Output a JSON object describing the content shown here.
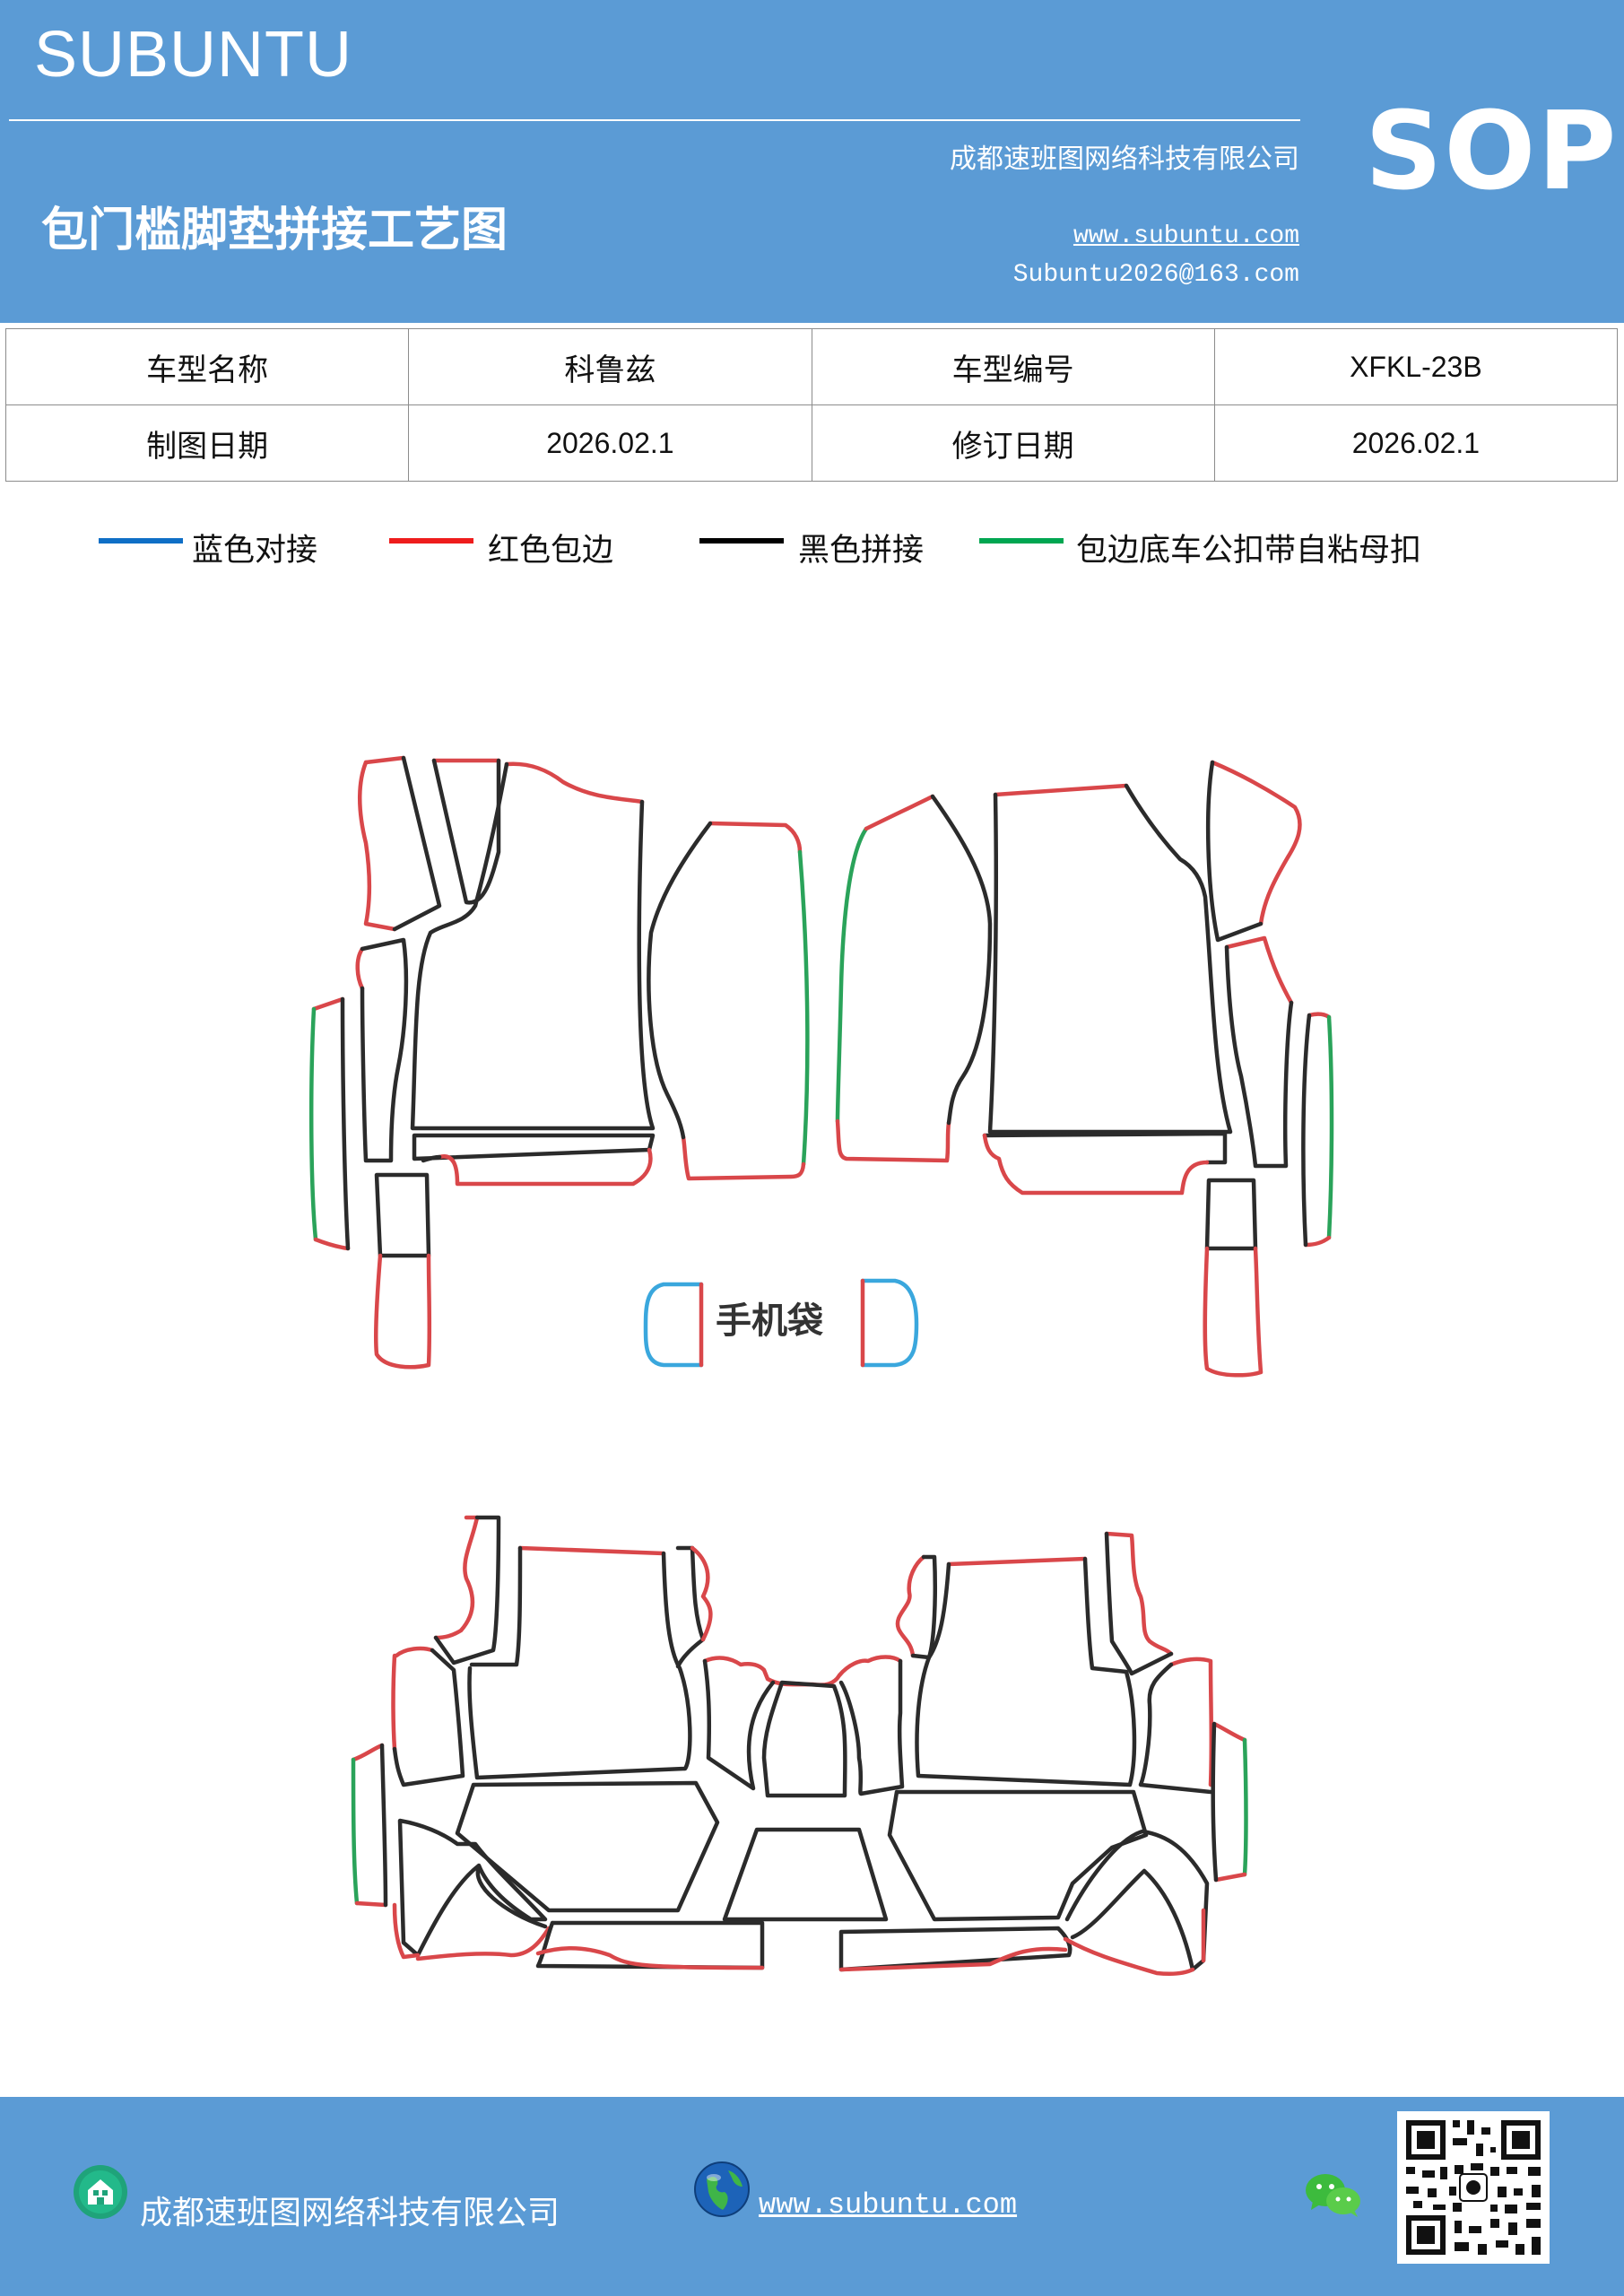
{
  "header": {
    "brand": "SUBUNTU",
    "company": "成都速班图网络科技有限公司",
    "title": "包门槛脚垫拼接工艺图",
    "website": "www.subuntu.com",
    "email": "Subuntu2026@163.com",
    "badge": "SOP",
    "background_color": "#5b9bd5"
  },
  "info_table": {
    "rows": [
      [
        {
          "label": "车型名称"
        },
        {
          "value": "科鲁兹"
        },
        {
          "label": "车型编号"
        },
        {
          "value": "XFKL-23B"
        }
      ],
      [
        {
          "label": "制图日期"
        },
        {
          "value": "2026.02.1"
        },
        {
          "label": "修订日期"
        },
        {
          "value": "2026.02.1"
        }
      ]
    ]
  },
  "legend": [
    {
      "label": "蓝色对接",
      "color": "#0f6fc6"
    },
    {
      "label": "红色包边",
      "color": "#ee1c1c"
    },
    {
      "label": "黑色拼接",
      "color": "#000000"
    },
    {
      "label": "包边底车公扣带自粘母扣",
      "color": "#00a651"
    }
  ],
  "diagram": {
    "label": "手机袋",
    "colors": {
      "edge": "#d9474a",
      "seam": "#2b2b2b",
      "butt_join": "#3aa7dd",
      "velcro": "#2aa35a"
    }
  },
  "footer": {
    "company": "成都速班图网络科技有限公司",
    "website": "www.subuntu.com",
    "icons": [
      "building-icon",
      "globe-icon",
      "wechat-icon",
      "qr-code"
    ]
  }
}
